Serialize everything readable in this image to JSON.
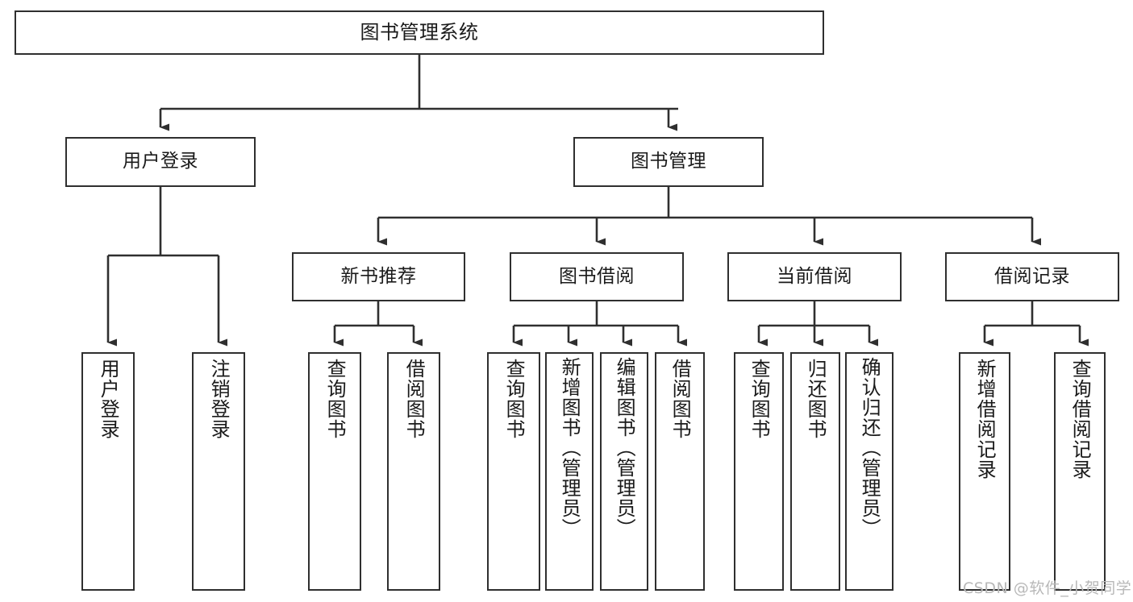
{
  "diagram": {
    "title": "图书管理系统",
    "type": "tree-hierarchy-chart",
    "watermark": "CSDN @软件_小贺同学",
    "colors": {
      "background": "#ffffff",
      "node_border": "#2f2f2f",
      "node_fill": "#ffffff",
      "edge": "#2f2f2f",
      "text": "#1a1a1a",
      "watermark": "#b8b8b8"
    },
    "levels": {
      "root": {
        "label": "图书管理系统"
      },
      "level2": [
        {
          "id": "user-login",
          "label": "用户登录"
        },
        {
          "id": "book-manage",
          "label": "图书管理"
        }
      ],
      "level3": [
        {
          "id": "new-book-recommend",
          "label": "新书推荐"
        },
        {
          "id": "book-borrow",
          "label": "图书借阅"
        },
        {
          "id": "current-borrow",
          "label": "当前借阅"
        },
        {
          "id": "borrow-record",
          "label": "借阅记录"
        }
      ],
      "leaves": [
        {
          "id": "leaf-user-login",
          "label": "用户登录",
          "parent": "user-login"
        },
        {
          "id": "leaf-logout-login",
          "label": "注销登录",
          "parent": "user-login"
        },
        {
          "id": "leaf-query-book-1",
          "label": "查询图书",
          "parent": "new-book-recommend"
        },
        {
          "id": "leaf-borrow-book-1",
          "label": "借阅图书",
          "parent": "new-book-recommend"
        },
        {
          "id": "leaf-query-book-2",
          "label": "查询图书",
          "parent": "book-borrow"
        },
        {
          "id": "leaf-add-book",
          "label": "新增图书（管理员）",
          "parent": "book-borrow"
        },
        {
          "id": "leaf-edit-book",
          "label": "编辑图书（管理员）",
          "parent": "book-borrow"
        },
        {
          "id": "leaf-borrow-book-2",
          "label": "借阅图书",
          "parent": "book-borrow"
        },
        {
          "id": "leaf-query-book-3",
          "label": "查询图书",
          "parent": "current-borrow"
        },
        {
          "id": "leaf-return-book",
          "label": "归还图书",
          "parent": "current-borrow"
        },
        {
          "id": "leaf-confirm-return",
          "label": "确认归还（管理员）",
          "parent": "current-borrow"
        },
        {
          "id": "leaf-add-record",
          "label": "新增借阅记录",
          "parent": "borrow-record"
        },
        {
          "id": "leaf-query-record",
          "label": "查询借阅记录",
          "parent": "borrow-record"
        }
      ]
    }
  }
}
